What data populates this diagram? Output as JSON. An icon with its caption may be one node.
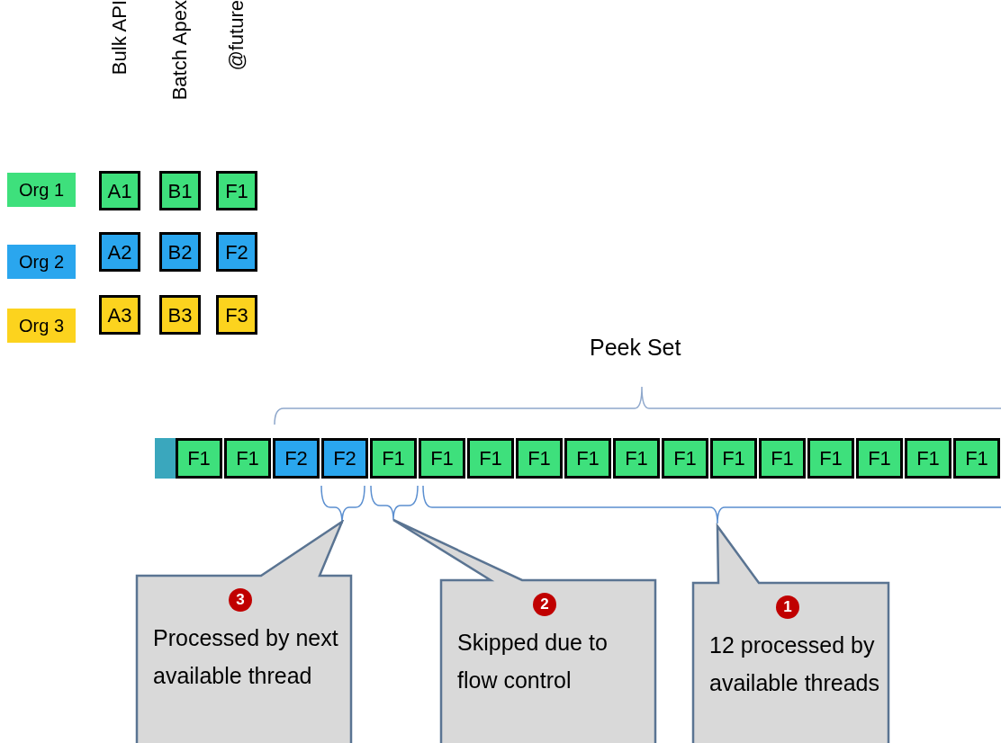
{
  "diagram": {
    "nodes": [
      {
        "text": [
          "A1"
        ]
      },
      {
        "text": [
          "B1"
        ]
      },
      {
        "text": [
          "F1"
        ]
      },
      {
        "text": [
          "A2"
        ]
      },
      {
        "text": [
          "B2"
        ]
      },
      {
        "text": [
          "F2"
        ]
      },
      {
        "text": [
          "A3"
        ]
      },
      {
        "text": [
          "B3"
        ]
      },
      {
        "text": [
          "F3"
        ]
      },
      {
        "text": [],
        "shape": "bar"
      },
      {
        "text": [
          "F1"
        ]
      },
      {
        "text": [
          "F1"
        ]
      },
      {
        "text": [
          "F2"
        ]
      },
      {
        "text": [
          "F2"
        ]
      },
      {
        "text": [
          "F1"
        ]
      },
      {
        "text": [
          "F1"
        ]
      },
      {
        "text": [
          "F1"
        ]
      },
      {
        "text": [
          "F1"
        ]
      },
      {
        "text": [
          "F1"
        ]
      },
      {
        "text": [
          "F1"
        ]
      },
      {
        "text": [
          "F1"
        ]
      },
      {
        "text": [
          "F1"
        ]
      },
      {
        "text": [
          "F1"
        ]
      },
      {
        "text": [
          "F1"
        ]
      },
      {
        "text": [
          "F1"
        ]
      },
      {
        "text": [
          "F1"
        ]
      },
      {
        "text": [
          "F1"
        ]
      },
      {
        "text": [
          "3",
          "Processed by next available thread"
        ]
      },
      {
        "text": [
          "2",
          "Skipped due to flow control"
        ]
      },
      {
        "text": [
          "1",
          "12 processed by available threads"
        ]
      }
    ],
    "edges": [],
    "labels": [
      "Bulk API",
      "Batch Apex",
      "@future",
      "Peek Set"
    ],
    "legend": [
      {
        "text": "Org 1",
        "color": "#3ee07c"
      },
      {
        "text": "Org 2",
        "color": "#2aa6ee"
      },
      {
        "text": "Org 3",
        "color": "#fcd31e"
      }
    ]
  }
}
